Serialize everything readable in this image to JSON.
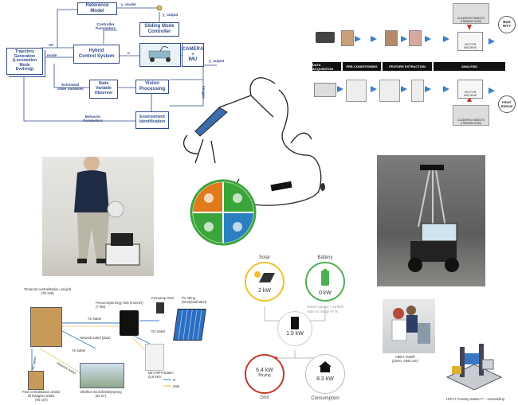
{
  "control_diagram": {
    "reference_model": "Reference\nModel",
    "trajectory_generation": "Trajectory\nGeneration\n(Locomotion Mode\nEvolving)",
    "hybrid_control": "Hybrid\nControl System",
    "sliding_mode": "Sliding Mode\nController",
    "camera_imu": "CAMERA\n+\nIMU",
    "state_observer": "State\nVariable\nObserver",
    "vision_processing": "Vision\nProcessing",
    "environment_identification": "Environment\nIdentification",
    "labels": {
      "y_model": "y_model",
      "y_output": "y_output",
      "controller_parameters": "Controller\nParameters",
      "ref": "ref",
      "mode": "mode",
      "u": "u",
      "estimated_state": "Estimated\nState Variables",
      "images": "Images",
      "behavior_parameters": "Behavior\nParameters",
      "y_output_right": "y_output"
    }
  },
  "ml_pipeline": {
    "stages": [
      "DATA ACQUISITION",
      "PRE-CONDITIONING",
      "FEATURE EXTRACTION",
      "ANALYSIS"
    ],
    "classified_top": "CLASSIFIED OBJECTS\n(TRAINING DATA)",
    "classified_bottom": "CLASSIFIED OBJECTS\n(TRAINING DATA)",
    "svm_top": "VECTOR\nMACHINE",
    "svm_bottom": "VECTOR\nMACHINE",
    "bubble_top": "BUS\nHIT?",
    "bubble_bottom": "PRINT\nERROR"
  },
  "energy_diagram": {
    "solar_label": "Solar",
    "solar_value": "2 kW",
    "battery_label": "Battery",
    "battery_value": "0 kW",
    "battery_info_1": "Rated capacity 7.20 kWh",
    "battery_info_2": "State of charge 97 %",
    "inverter_value": "1.9 kW",
    "grid_label": "Grid",
    "grid_value": "6.4 kW",
    "grid_sub": "Buying",
    "consumption_label": "Consumption",
    "consumption_value": "8.3 kW"
  },
  "network_diagram": {
    "temporal_central": "Temporal centralstation i projekt\n(7B 248)",
    "inverter": "PeraxAmpEnergy Hub (Inverter)\n(7 kW)",
    "ferroamp": "Ferroamp SSO",
    "pv_string": "PV string\n(Strofyldall taket)",
    "ac_kabel_1": "AC kabel",
    "network_kabel_data": "Network kabel (data)",
    "dc_kabel": "DC kabel",
    "ac_kabel_2": "AC kabel",
    "network_kabel": "Network kabel",
    "ac_vert": "AC kabel",
    "fast_central": "Fast centralstation ansluit\ntill fastighet anläst\n(7B 247)",
    "vardhus": "Vårdhus med tåmskiybyning\n(52 m²)",
    "battery": "Mini NiPH-batteri\n(5,6 kW)",
    "legend_el": "el",
    "legend_data": "data"
  },
  "photos": {
    "abb_caption": "ABB:s YuMi®\n(photo: ABB.com)",
    "station_caption": "HITA:s Training Station™ – Assembling"
  },
  "colors": {
    "diagram_blue": "#2f4b8a",
    "logo_green": "#3aa53a",
    "logo_orange": "#e07a1a",
    "logo_blue": "#2a7fc1",
    "grid_red": "#c0392b",
    "battery_green": "#4caf50"
  }
}
